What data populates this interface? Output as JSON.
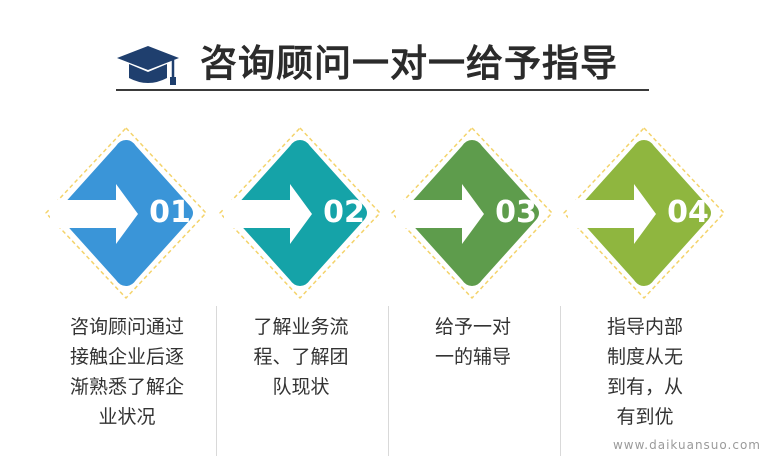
{
  "header": {
    "title": "咨询顾问一对一给予指导",
    "icon": "graduation-cap-icon"
  },
  "colors": {
    "step1": "#3a95d8",
    "step2": "#15a3a8",
    "step3": "#5e9c4c",
    "step4": "#8fb63f",
    "dashed_outline": "#f4d36a",
    "arrow": "#ffffff"
  },
  "steps": [
    {
      "number": "01",
      "desc": "咨询顾问通过\n接触企业后逐\n渐熟悉了解企\n业状况"
    },
    {
      "number": "02",
      "desc": "了解业务流\n程、了解团\n队现状"
    },
    {
      "number": "03",
      "desc": "给予一对\n一的辅导"
    },
    {
      "number": "04",
      "desc": "指导内部\n制度从无\n到有，从\n有到优"
    }
  ],
  "watermark": "www.daikuansuo.com"
}
